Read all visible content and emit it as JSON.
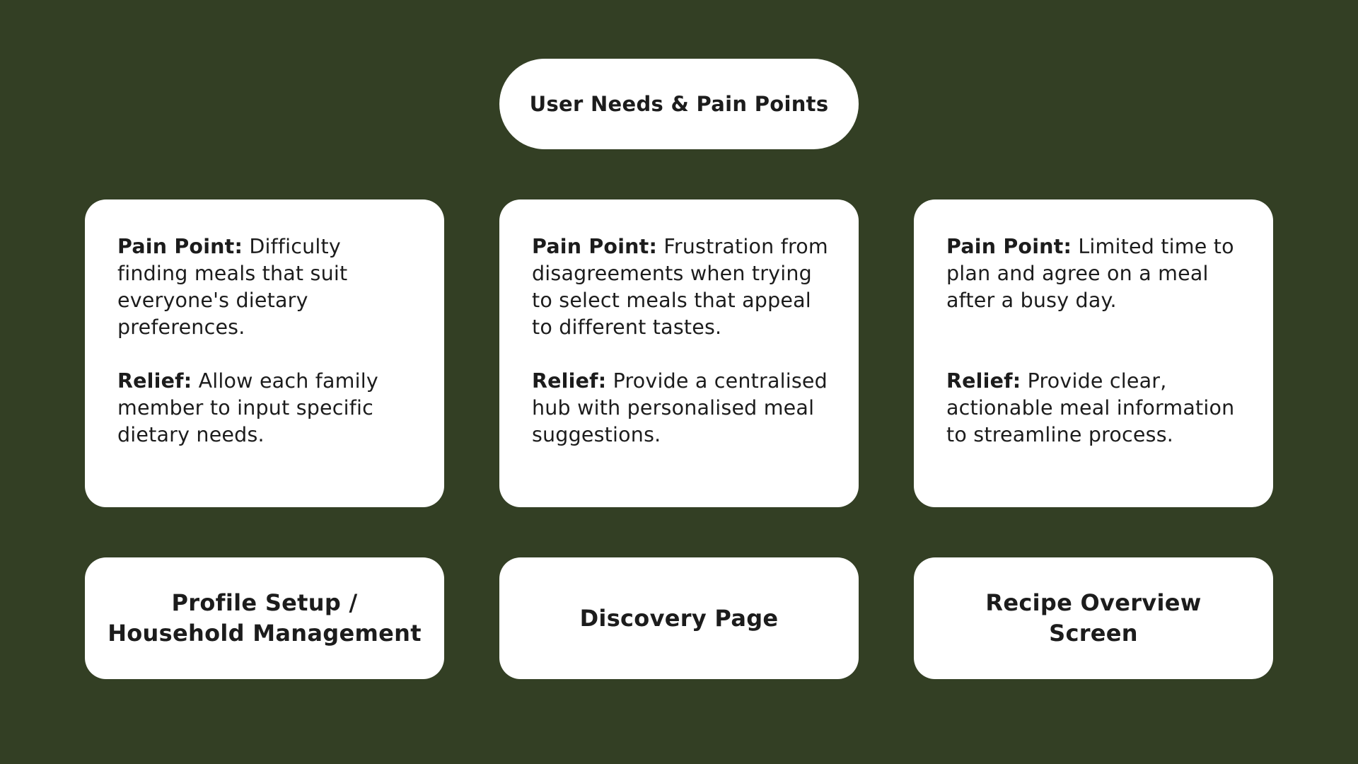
{
  "title": "User Needs & Pain Points",
  "cards": [
    {
      "pain_label": "Pain Point:",
      "pain_text": " Difficulty finding meals that suit everyone's dietary preferences.",
      "relief_label": "Relief:",
      "relief_text": " Allow each family member to input specific dietary needs."
    },
    {
      "pain_label": "Pain Point:",
      "pain_text": " Frustration from disagreements when trying to select meals that appeal to different tastes.",
      "relief_label": "Relief:",
      "relief_text": " Provide a centralised hub with personalised meal suggestions."
    },
    {
      "pain_label": "Pain Point:",
      "pain_text": " Limited time to plan and agree on a meal after a busy day.",
      "relief_label": "Relief:",
      "relief_text": " Provide clear, actionable meal information to streamline process."
    }
  ],
  "screens": [
    "Profile Setup /\nHousehold Management",
    "Discovery Page",
    "Recipe Overview\nScreen"
  ],
  "colors": {
    "background": "#333f24",
    "box": "#ffffff",
    "text": "#1c1c1c"
  }
}
